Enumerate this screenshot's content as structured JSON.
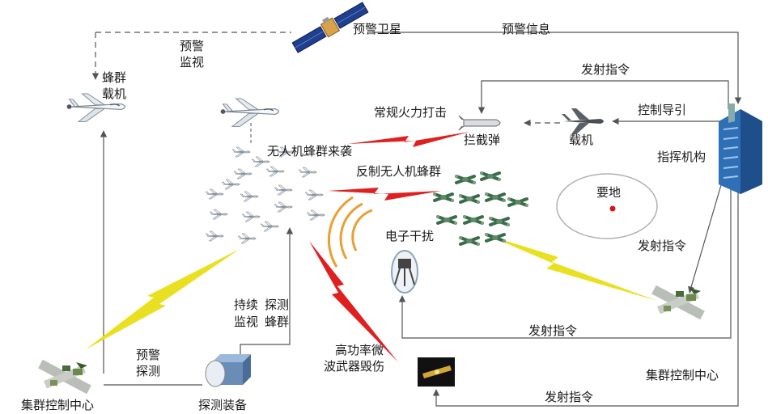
{
  "labels": {
    "satellite": "预警卫星",
    "warning_info": "预警信息",
    "warning_monitor_1": "预警",
    "warning_monitor_2": "监视",
    "swarm_carrier_1": "蜂群",
    "swarm_carrier_2": "载机",
    "launch_cmd_top": "发射指令",
    "fire_strike": "常规火力打击",
    "control_guide": "控制导引",
    "interceptor": "拦截弹",
    "carrier_aircraft": "载机",
    "command_org": "指挥机构",
    "drone_attack": "无人机蜂群来袭",
    "counter_swarm": "反制无人机蜂群",
    "key_site": "要地",
    "ew_jamming": "电子干扰",
    "launch_cmd_right": "发射指令",
    "continuous_1": "持续",
    "continuous_2": "监视",
    "detect_swarm_1": "探测",
    "detect_swarm_2": "蜂群",
    "hpm_1": "高功率微",
    "hpm_2": "波武器毁伤",
    "launch_cmd_mid": "发射指令",
    "warning_detect_1": "预警",
    "warning_detect_2": "探测",
    "cluster_center_right": "集群控制中心",
    "launch_cmd_bottom": "发射指令",
    "cluster_center_left": "集群控制中心",
    "detection_equipment": "探测装备"
  },
  "colors": {
    "line": "#555555",
    "lightning_red": "#e02020",
    "lightning_yellow": "#e8e020",
    "ring": "#b0b0b0",
    "target_dot": "#d01818",
    "building": "#2f6fb5",
    "drone_green": "#3a6b4a"
  }
}
